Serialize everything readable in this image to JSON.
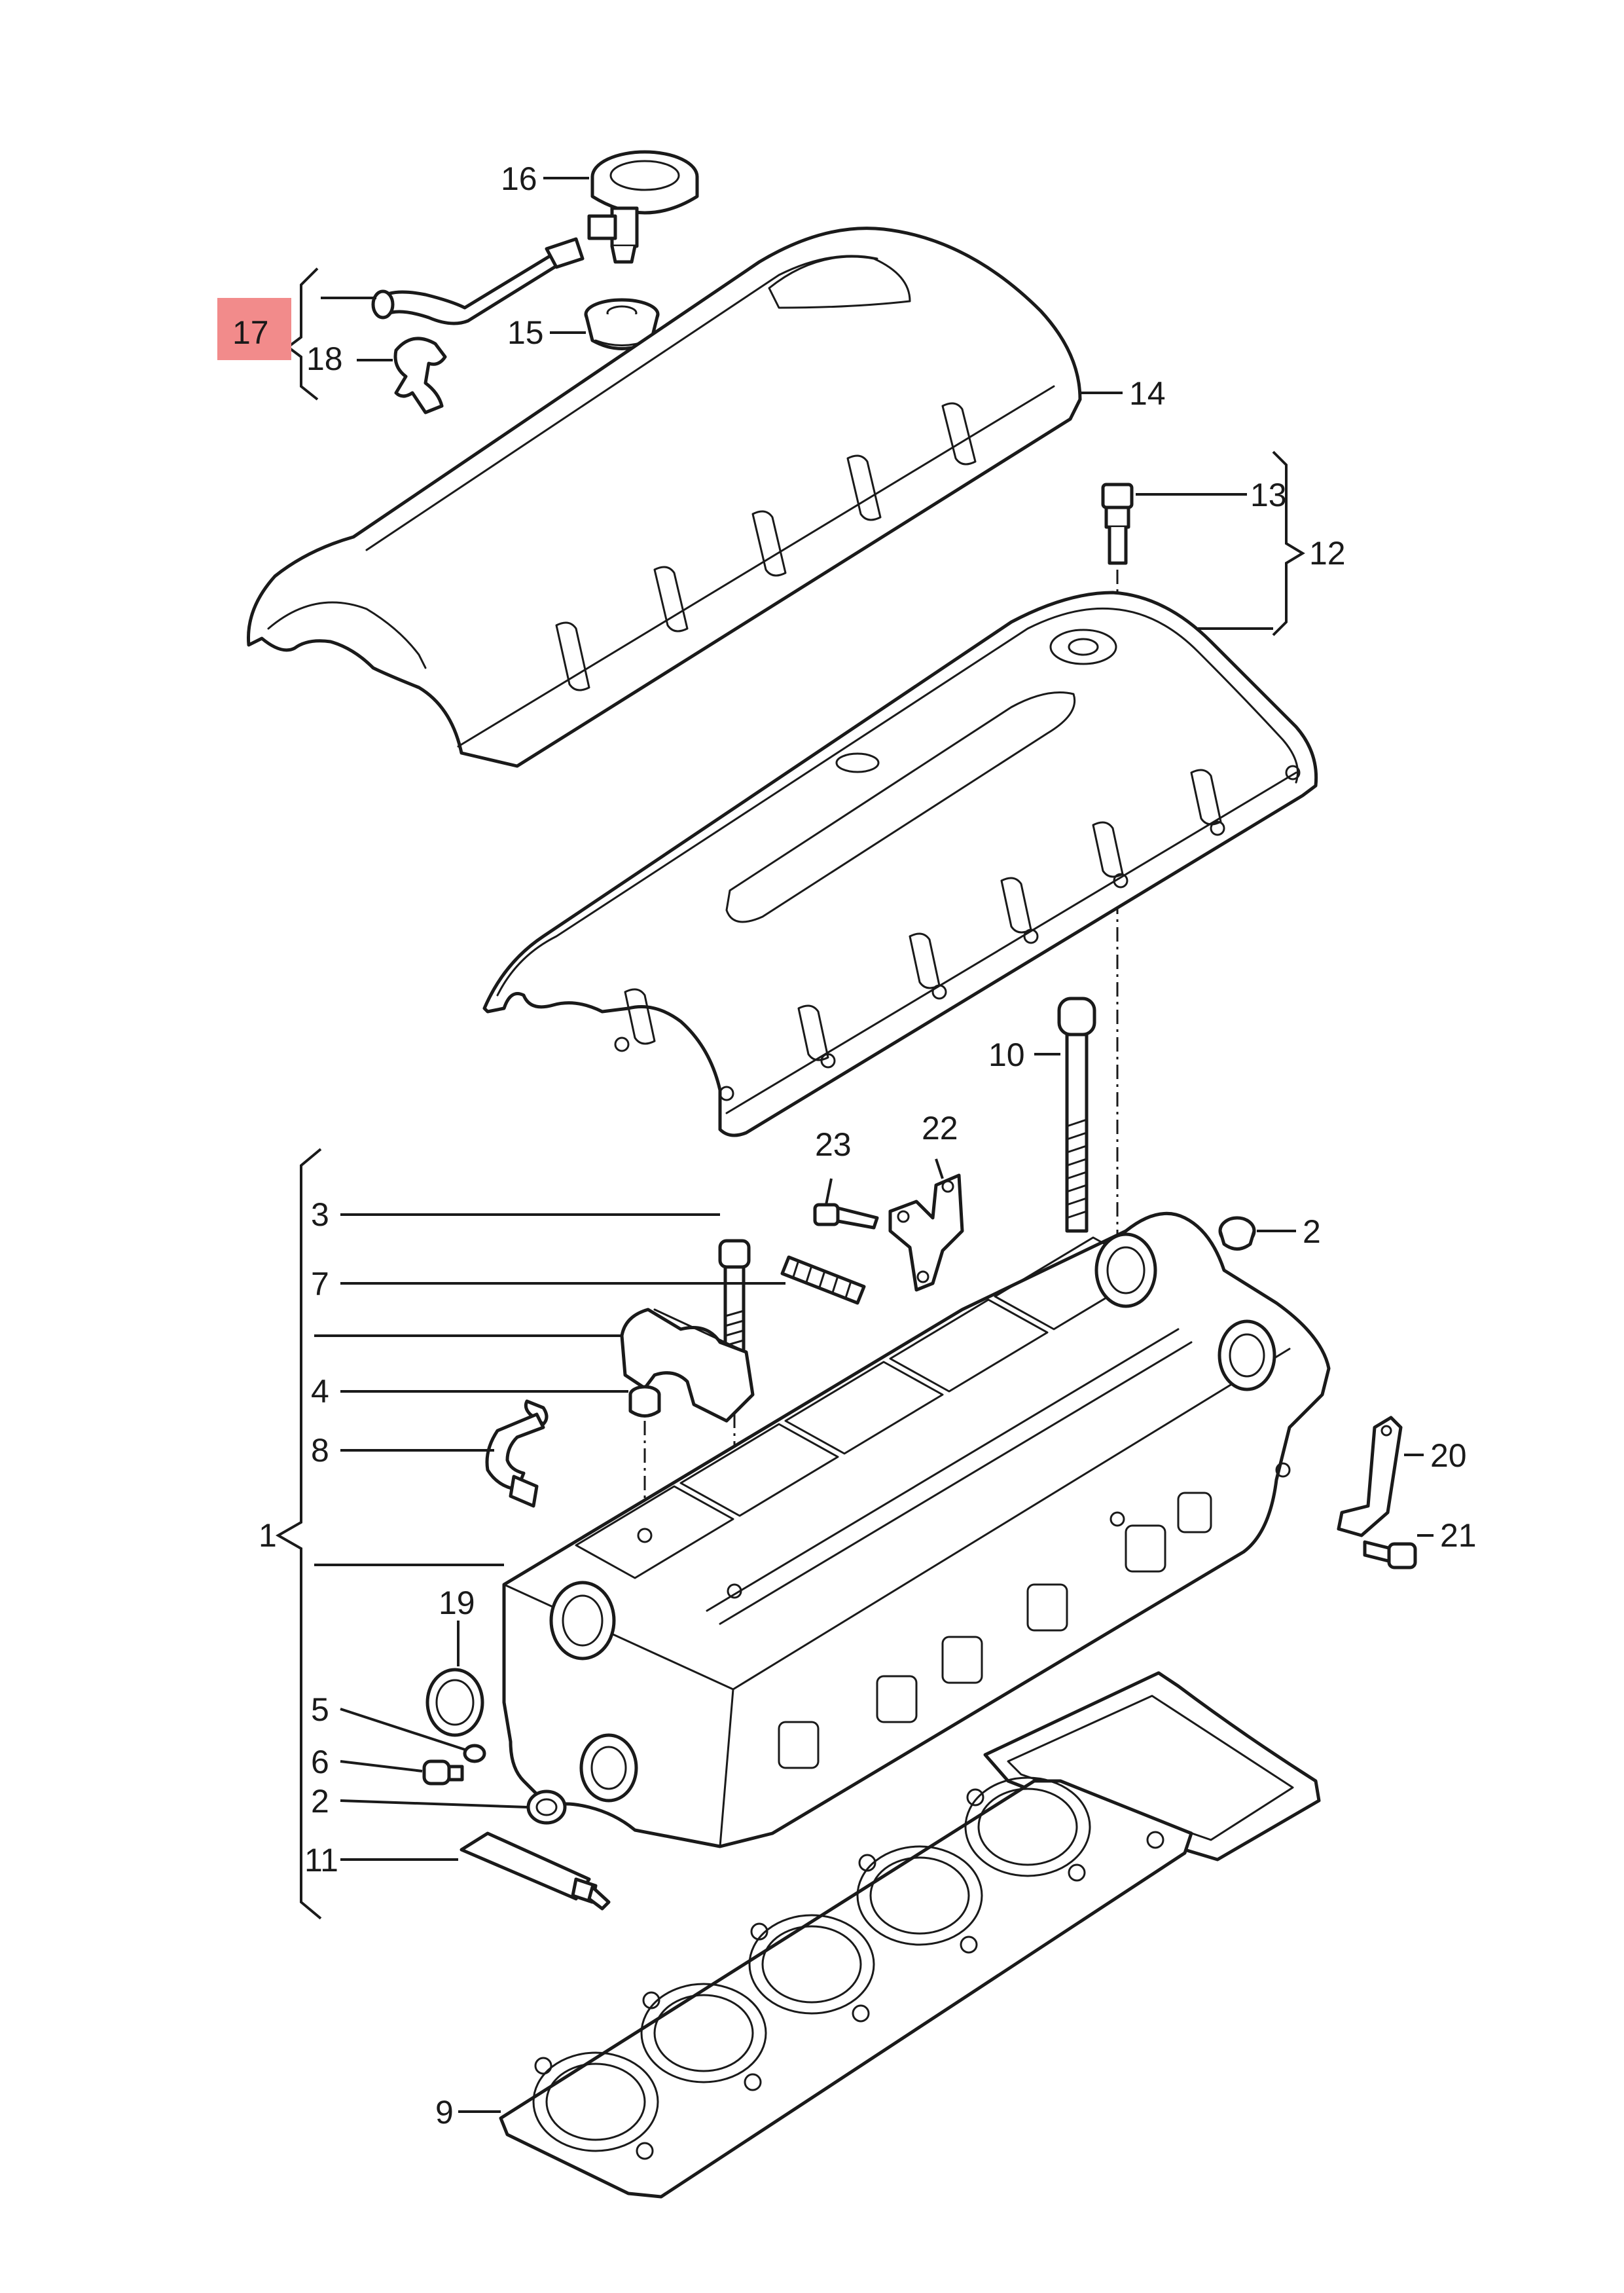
{
  "highlight_color": "#f28b8b",
  "callouts": {
    "c1": "1",
    "c2a": "2",
    "c2b": "2",
    "c3": "3",
    "c4": "4",
    "c5": "5",
    "c6": "6",
    "c7": "7",
    "c8": "8",
    "c9": "9",
    "c10": "10",
    "c11": "11",
    "c12": "12",
    "c13": "13",
    "c14": "14",
    "c15": "15",
    "c16": "16",
    "c17": "17",
    "c18": "18",
    "c19": "19",
    "c20": "20",
    "c21": "21",
    "c22": "22",
    "c23": "23"
  }
}
